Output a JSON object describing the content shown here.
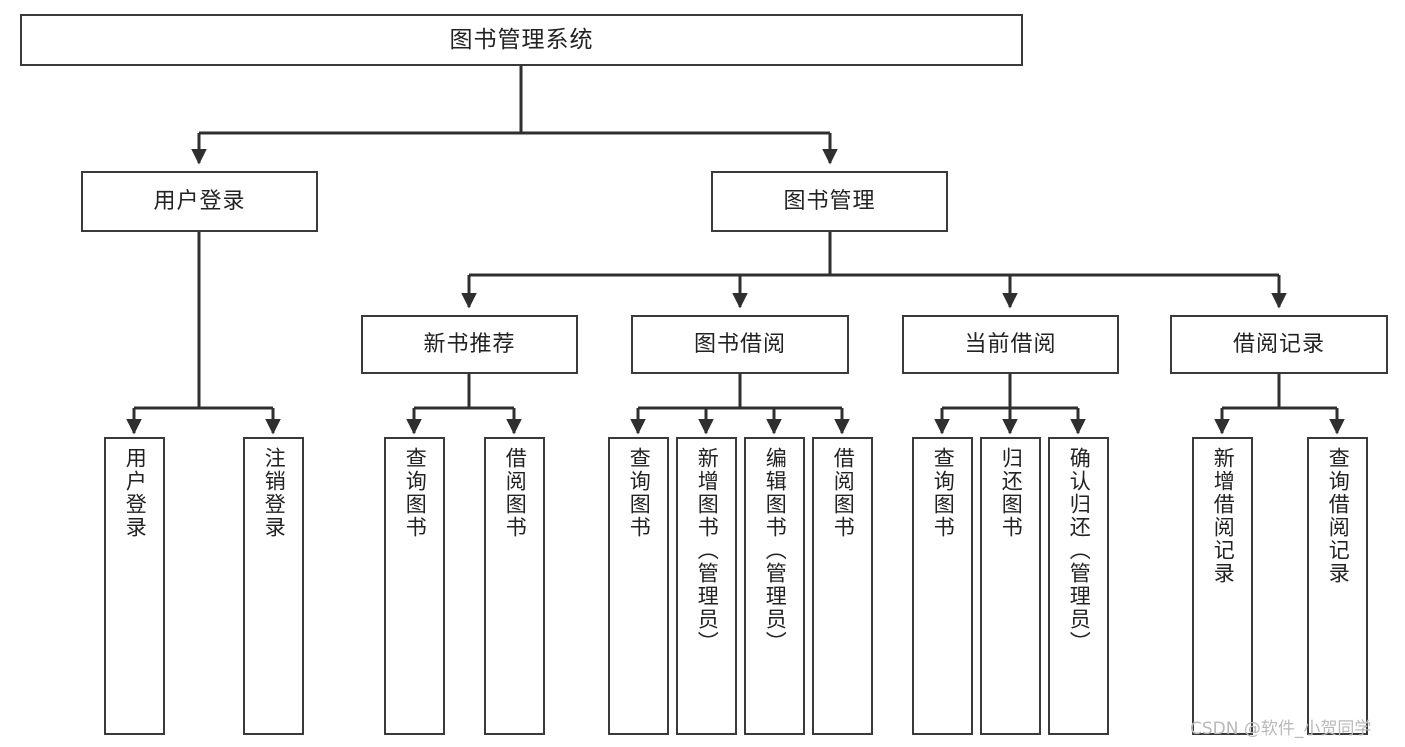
{
  "diagram": {
    "title": "图书管理系统",
    "type": "tree-hierarchy-chart",
    "colors": {
      "box_border": "#3a3a3a",
      "box_fill": "#ffffff",
      "connector": "#2f2f2f",
      "text": "#222222",
      "watermark": "#b9b9b9"
    },
    "root": {
      "label": "图书管理系统"
    },
    "level2": [
      {
        "label": "用户登录"
      },
      {
        "label": "图书管理"
      }
    ],
    "level3": [
      {
        "label": "新书推荐"
      },
      {
        "label": "图书借阅"
      },
      {
        "label": "当前借阅"
      },
      {
        "label": "借阅记录"
      }
    ],
    "leaves": {
      "user_login": [
        {
          "label": "用户登录"
        },
        {
          "label": "注销登录"
        }
      ],
      "new_book_recommend": [
        {
          "label": "查询图书"
        },
        {
          "label": "借阅图书"
        }
      ],
      "book_borrow": [
        {
          "label": "查询图书"
        },
        {
          "label": "新增图书（管理员）"
        },
        {
          "label": "编辑图书（管理员）"
        },
        {
          "label": "借阅图书"
        }
      ],
      "current_borrow": [
        {
          "label": "查询图书"
        },
        {
          "label": "归还图书"
        },
        {
          "label": "确认归还（管理员）"
        }
      ],
      "borrow_record": [
        {
          "label": "新增借阅记录"
        },
        {
          "label": "查询借阅记录"
        }
      ]
    },
    "watermark": "CSDN @软件_小贺同学"
  }
}
